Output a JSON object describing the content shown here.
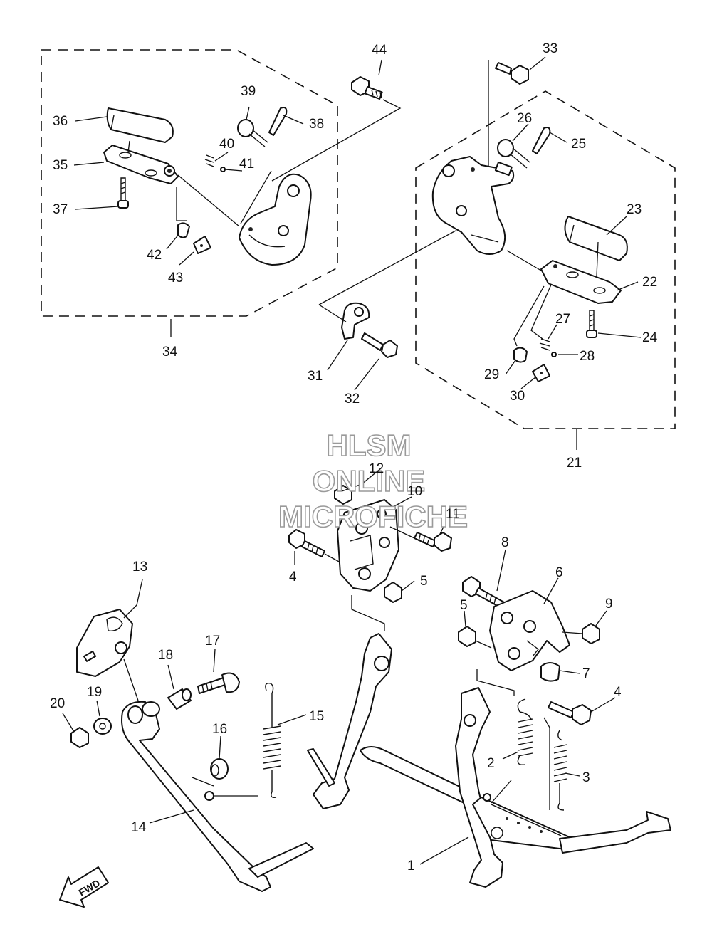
{
  "watermark": {
    "line1": "HLSM",
    "line2": "ONLINE",
    "line3": "MICROFICHE"
  },
  "fwd_label": "FWD",
  "callouts": {
    "c1": "1",
    "c2": "2",
    "c3": "3",
    "c4a": "4",
    "c4b": "4",
    "c5a": "5",
    "c5b": "5",
    "c6": "6",
    "c7": "7",
    "c8": "8",
    "c9": "9",
    "c10": "10",
    "c11": "11",
    "c12": "12",
    "c13": "13",
    "c14": "14",
    "c15": "15",
    "c16": "16",
    "c17": "17",
    "c18": "18",
    "c19": "19",
    "c20": "20",
    "c21": "21",
    "c22": "22",
    "c23": "23",
    "c24": "24",
    "c25": "25",
    "c26": "26",
    "c27": "27",
    "c28": "28",
    "c29": "29",
    "c30": "30",
    "c31": "31",
    "c32": "32",
    "c33": "33",
    "c34": "34",
    "c35": "35",
    "c36": "36",
    "c37": "37",
    "c38": "38",
    "c39": "39",
    "c40": "40",
    "c41": "41",
    "c42": "42",
    "c43": "43",
    "c44": "44"
  }
}
